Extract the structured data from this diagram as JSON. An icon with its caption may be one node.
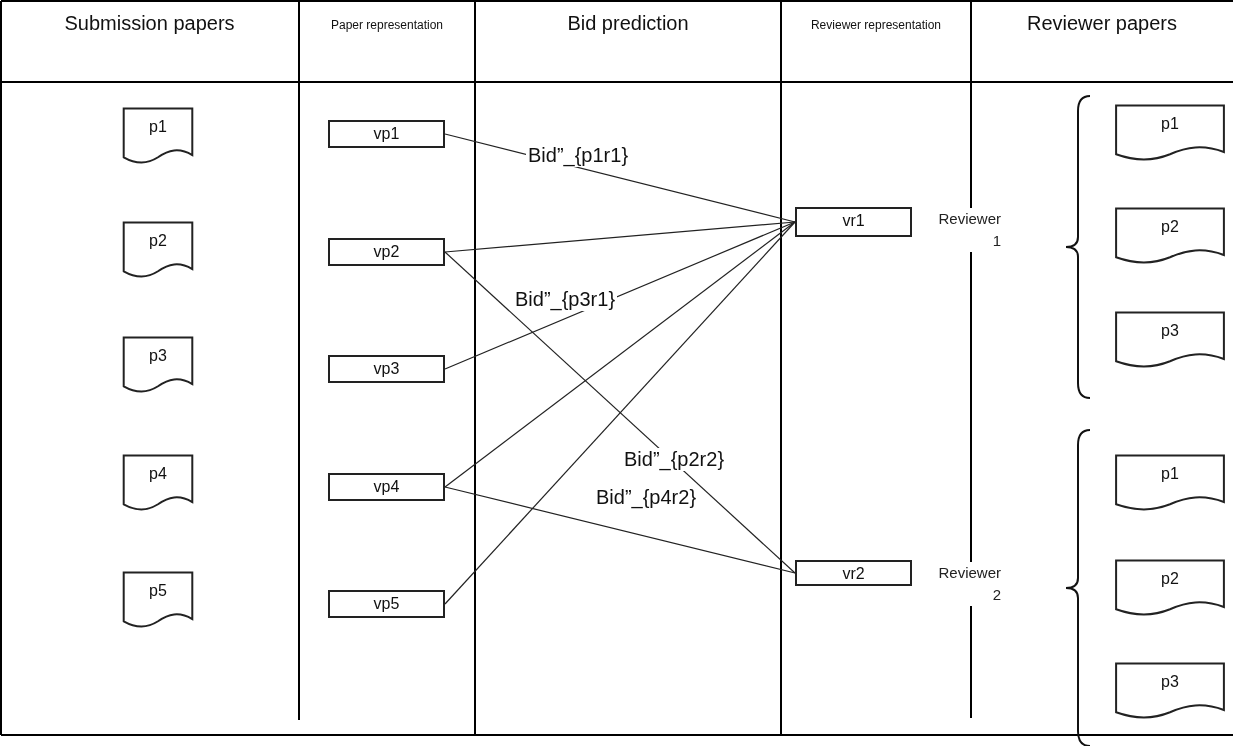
{
  "diagram": {
    "nodes": [
      {
        "text": [
          "p1"
        ]
      },
      {
        "text": [
          "p2"
        ]
      },
      {
        "text": [
          "p3"
        ]
      },
      {
        "text": [
          "p4"
        ]
      },
      {
        "text": [
          "p5"
        ]
      },
      {
        "text": [
          "vp1"
        ]
      },
      {
        "text": [
          "vp2"
        ]
      },
      {
        "text": [
          "vp3"
        ]
      },
      {
        "text": [
          "vp4"
        ]
      },
      {
        "text": [
          "vp5"
        ]
      },
      {
        "text": [
          "vr1"
        ],
        "beside": [
          "Reviewer 1"
        ]
      },
      {
        "text": [
          "vr2"
        ],
        "beside": [
          "Reviewer 2"
        ]
      },
      {
        "text": [
          "p1"
        ]
      },
      {
        "text": [
          "p2"
        ]
      },
      {
        "text": [
          "p3"
        ]
      },
      {
        "text": [
          "p1"
        ]
      },
      {
        "text": [
          "p2"
        ]
      },
      {
        "text": [
          "p3"
        ]
      }
    ],
    "edges": [
      {
        "from": 5,
        "to": 10,
        "arrow": "none",
        "label": "Bid”_{p1r1}"
      },
      {
        "from": 6,
        "to": 10,
        "arrow": "none"
      },
      {
        "from": 6,
        "to": 11,
        "arrow": "none",
        "label": "Bid”_{p2r2}"
      },
      {
        "from": 7,
        "to": 10,
        "arrow": "none",
        "label": "Bid”_{p3r1}"
      },
      {
        "from": 8,
        "to": 10,
        "arrow": "none"
      },
      {
        "from": 8,
        "to": 11,
        "arrow": "none",
        "label": "Bid”_{p4r2}"
      },
      {
        "from": 9,
        "to": 10,
        "arrow": "none"
      }
    ],
    "labels": [
      "Submission papers",
      "Paper representation",
      "Bid prediction",
      "Reviewer representation",
      "Reviewer papers"
    ]
  }
}
